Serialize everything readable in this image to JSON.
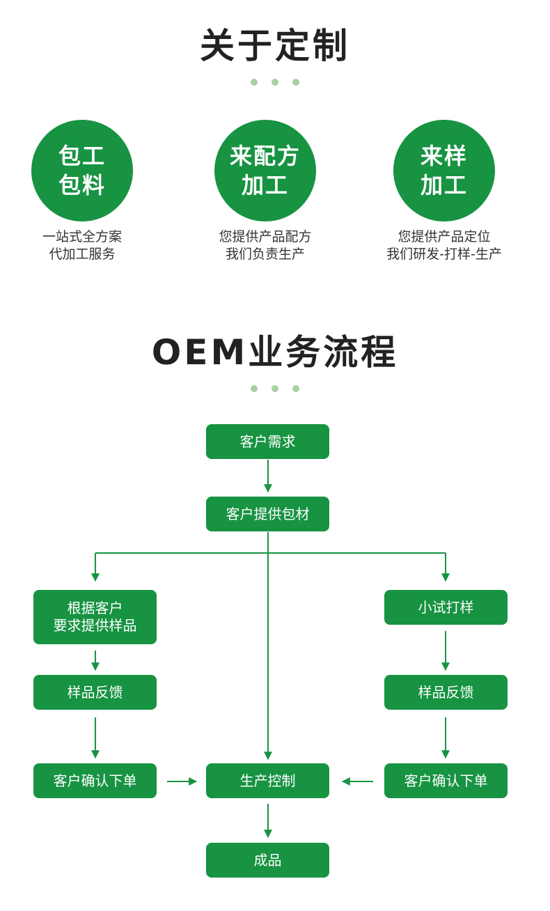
{
  "section1": {
    "title": "关于定制"
  },
  "services": [
    {
      "circle": [
        "包工",
        "包料"
      ],
      "desc": [
        "一站式全方案",
        "代加工服务"
      ]
    },
    {
      "circle": [
        "来配方",
        "加工"
      ],
      "desc": [
        "您提供产品配方",
        "我们负责生产"
      ]
    },
    {
      "circle": [
        "来样",
        "加工"
      ],
      "desc": [
        "您提供产品定位",
        "我们研发-打样-生产"
      ]
    }
  ],
  "section2": {
    "title": "OEM业务流程"
  },
  "flow": {
    "demand": "客户需求",
    "provide_material": "客户提供包材",
    "left_sample": [
      "根据客户",
      "要求提供样品"
    ],
    "left_feedback": "样品反馈",
    "left_confirm": "客户确认下单",
    "right_trial": "小试打样",
    "right_feedback": "样品反馈",
    "right_confirm": "客户确认下单",
    "production": "生产控制",
    "product": "成品"
  },
  "colors": {
    "accent": "#179342",
    "dot": "#a9cfa3",
    "title": "#222222",
    "text": "#333333"
  }
}
